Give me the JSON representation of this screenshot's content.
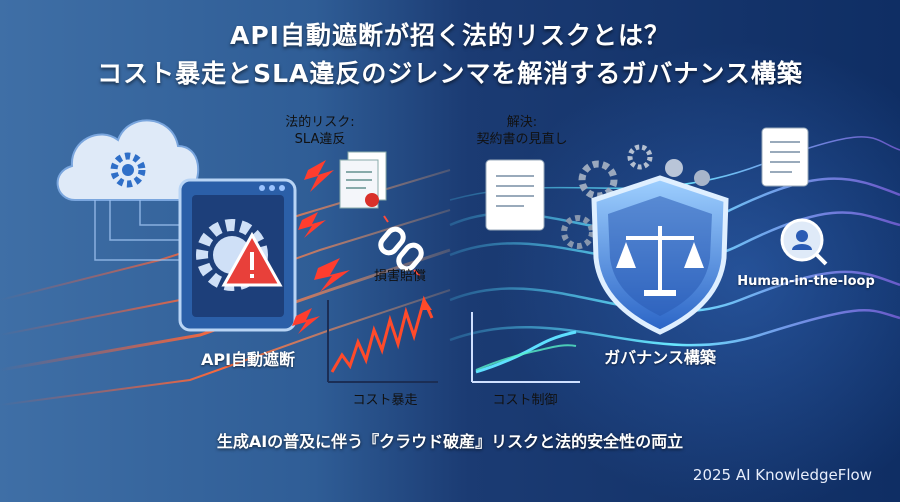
{
  "header": {
    "title_line1": "API自動遮断が招く法的リスクとは？",
    "title_line2": "コスト暴走とSLA違反のジレンマを解消するガバナンス構築"
  },
  "left_panel": {
    "risk_label": "法的リスク:\nSLA違反",
    "damages_label": "損害賠償",
    "main_label": "API自動遮断",
    "chart_label": "コスト暴走"
  },
  "right_panel": {
    "solution_label": "解決:\n契約書の見直し",
    "human_label": "Human-in-the-loop",
    "main_label": "ガバナンス構築",
    "chart_label": "コスト制御"
  },
  "caption": "生成AIの普及に伴う『クラウド破産』リスクと法的安全性の両立",
  "footer": "2025 AI KnowledgeFlow",
  "icons": [
    "cloud-gear-icon",
    "gear-warning-window-icon",
    "document-icon",
    "broken-chain-icon",
    "lightning-icon",
    "shield-scales-icon",
    "contract-document-icon",
    "gears-people-icon",
    "search-person-icon"
  ],
  "colors": {
    "risk_red": "#e8403a",
    "shield_blue": "#5aa7f0",
    "accent_cyan": "#5ee0ff"
  }
}
